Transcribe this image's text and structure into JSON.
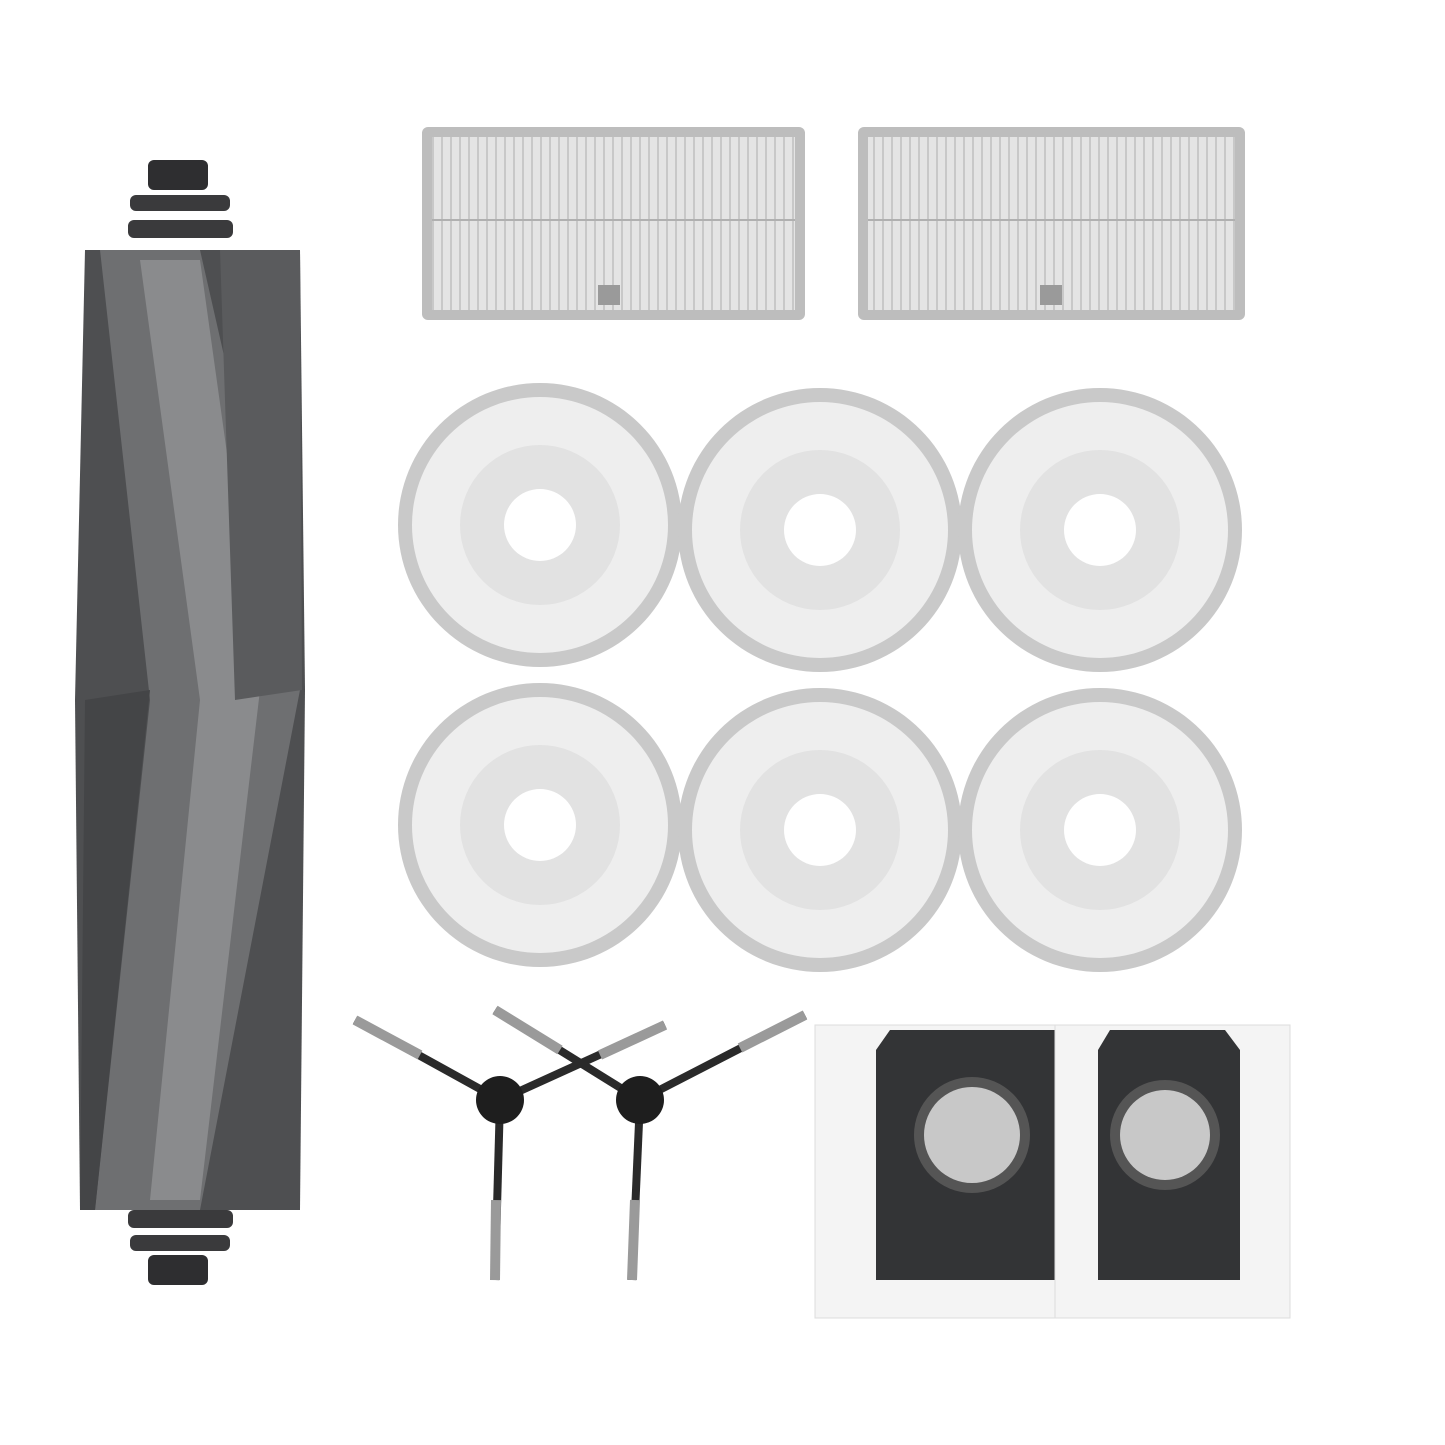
{
  "scene": {
    "background": "#ffffff",
    "items": [
      {
        "name": "main-roller-brush",
        "count": 1,
        "color": "#5c5d5f"
      },
      {
        "name": "hepa-filter",
        "count": 2,
        "color": "#d9d9d9"
      },
      {
        "name": "mop-pad",
        "count": 6,
        "color": "#e6e6e6"
      },
      {
        "name": "side-brush",
        "count": 2,
        "color": "#2a2a2a"
      },
      {
        "name": "dust-bag",
        "count": 2,
        "color": "#333436"
      }
    ]
  }
}
